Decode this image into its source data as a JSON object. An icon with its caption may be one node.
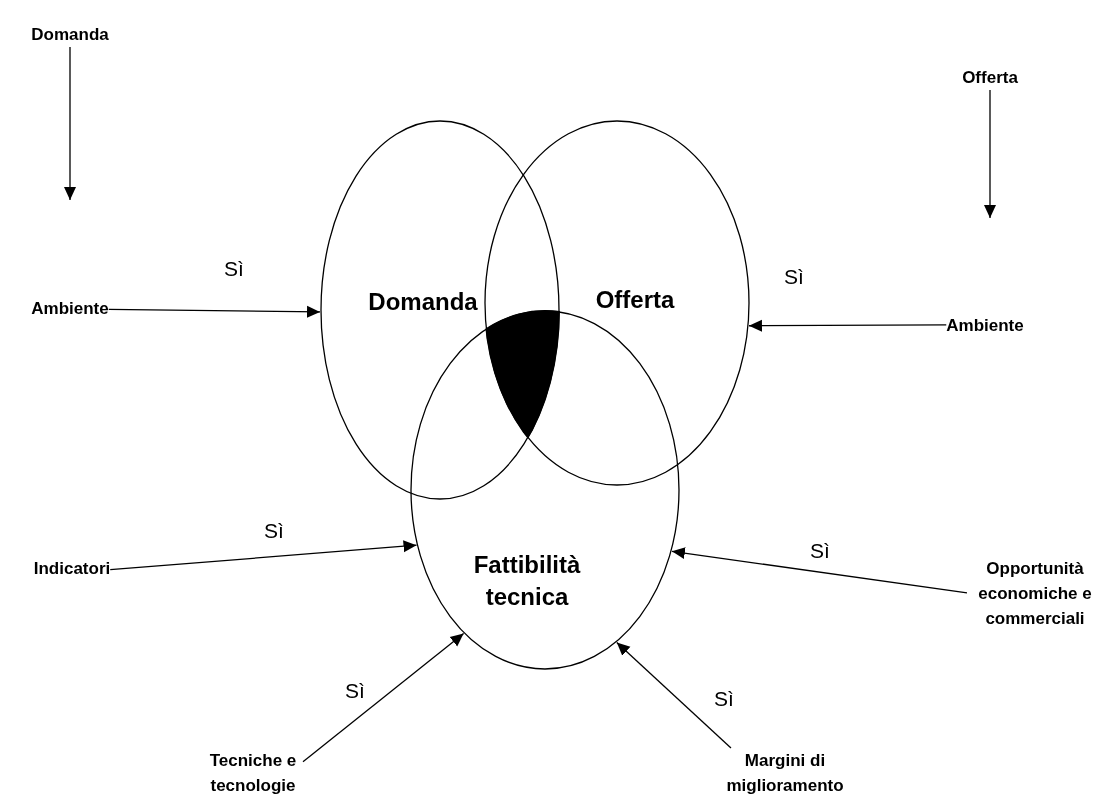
{
  "diagram": {
    "nodes": [
      {
        "text": [
          "Domanda"
        ]
      },
      {
        "text": [
          "Offerta"
        ]
      },
      {
        "text": [
          "Domanda"
        ]
      },
      {
        "text": [
          "Offerta"
        ]
      },
      {
        "text": [
          "Fattibilità tecnica"
        ]
      },
      {
        "text": [
          "Ambiente"
        ]
      },
      {
        "text": [
          "Ambiente"
        ]
      },
      {
        "text": [
          "Indicatori"
        ]
      },
      {
        "text": [
          "Opportunità economiche e commerciali"
        ]
      },
      {
        "text": [
          "Tecniche e tecnologie"
        ]
      },
      {
        "text": [
          "Margini di miglioramento"
        ]
      },
      {
        "text": [],
        "shape": "lens"
      }
    ],
    "edges": [
      {
        "from": 0,
        "to": null,
        "arrow": "to"
      },
      {
        "from": 1,
        "to": null,
        "arrow": "to"
      },
      {
        "from": 5,
        "to": 2,
        "arrow": "to",
        "label": "Sì"
      },
      {
        "from": 6,
        "to": 3,
        "arrow": "to",
        "label": "Sì"
      },
      {
        "from": 7,
        "to": 4,
        "arrow": "to",
        "label": "Sì"
      },
      {
        "from": 8,
        "to": 4,
        "arrow": "to",
        "label": "Sì"
      },
      {
        "from": 9,
        "to": 4,
        "arrow": "to",
        "label": "Sì"
      },
      {
        "from": 10,
        "to": 4,
        "arrow": "to",
        "label": "Sì"
      }
    ]
  }
}
